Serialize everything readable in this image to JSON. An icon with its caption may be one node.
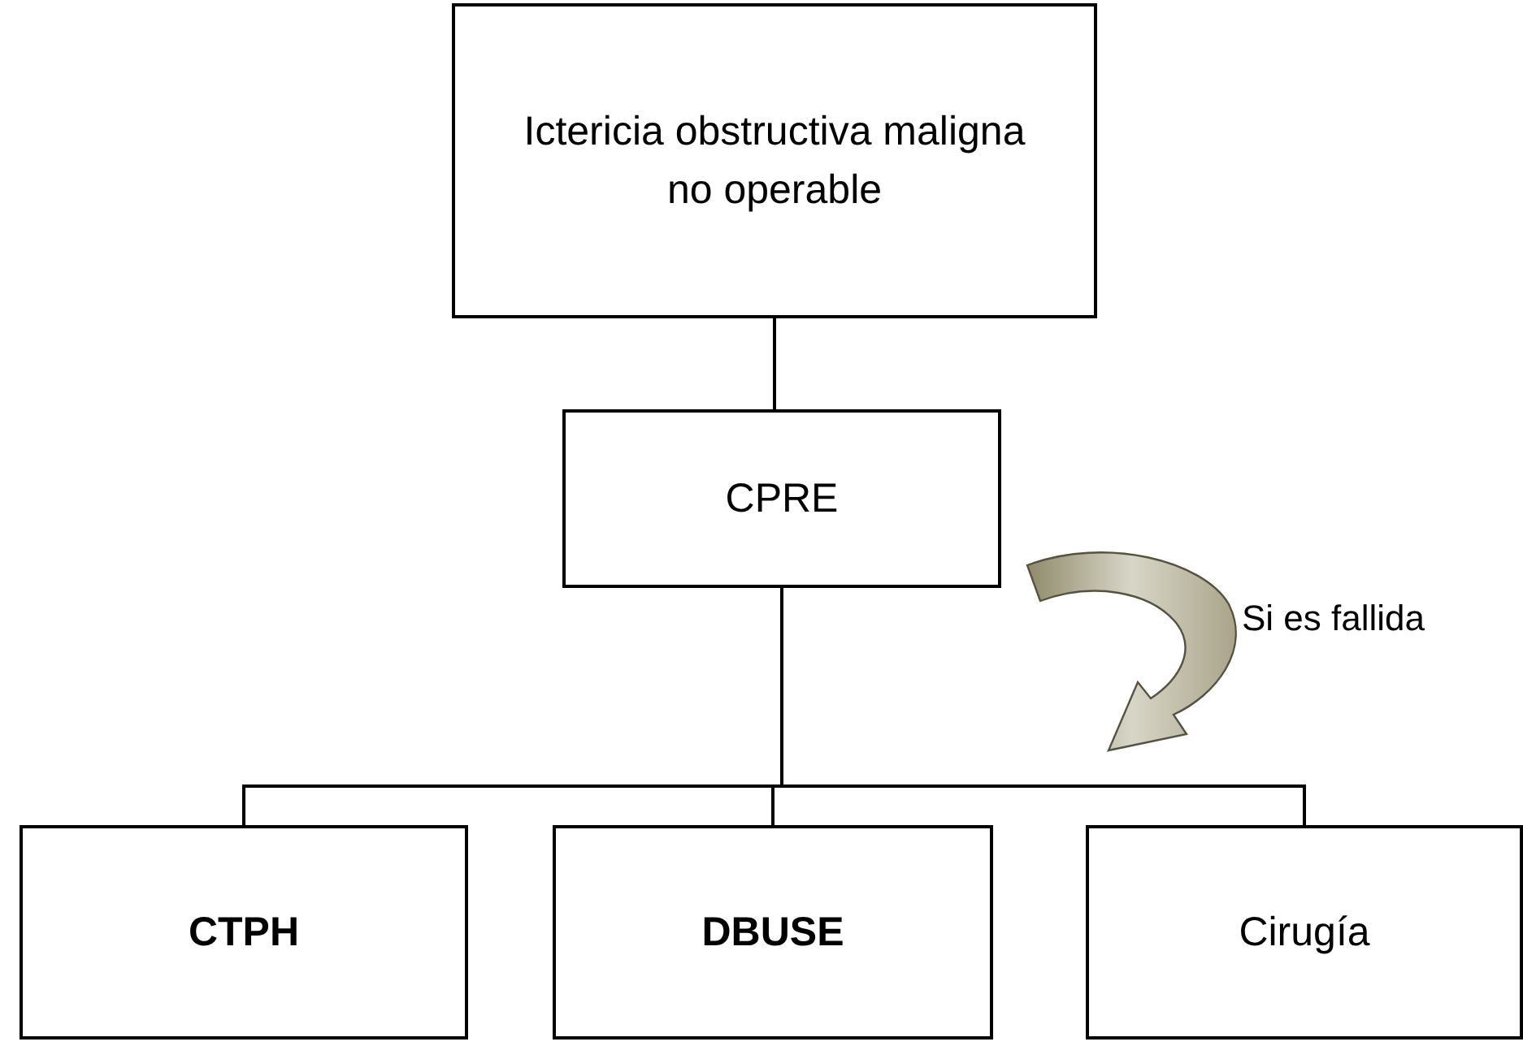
{
  "diagram": {
    "nodes": [
      {
        "text": [
          "Ictericia obstructiva maligna no operable"
        ]
      },
      {
        "text": [
          "CPRE"
        ]
      },
      {
        "text": [
          "CTPH"
        ]
      },
      {
        "text": [
          "DBUSE"
        ]
      },
      {
        "text": [
          "Cirugía"
        ]
      }
    ],
    "edges": [
      {
        "from": 0,
        "to": 1,
        "arrow": "none"
      },
      {
        "from": 1,
        "to": 2,
        "arrow": "none"
      },
      {
        "from": 1,
        "to": 3,
        "arrow": "none"
      },
      {
        "from": 1,
        "to": 4,
        "arrow": "none"
      }
    ],
    "labels": [
      "Si es fallida"
    ]
  }
}
